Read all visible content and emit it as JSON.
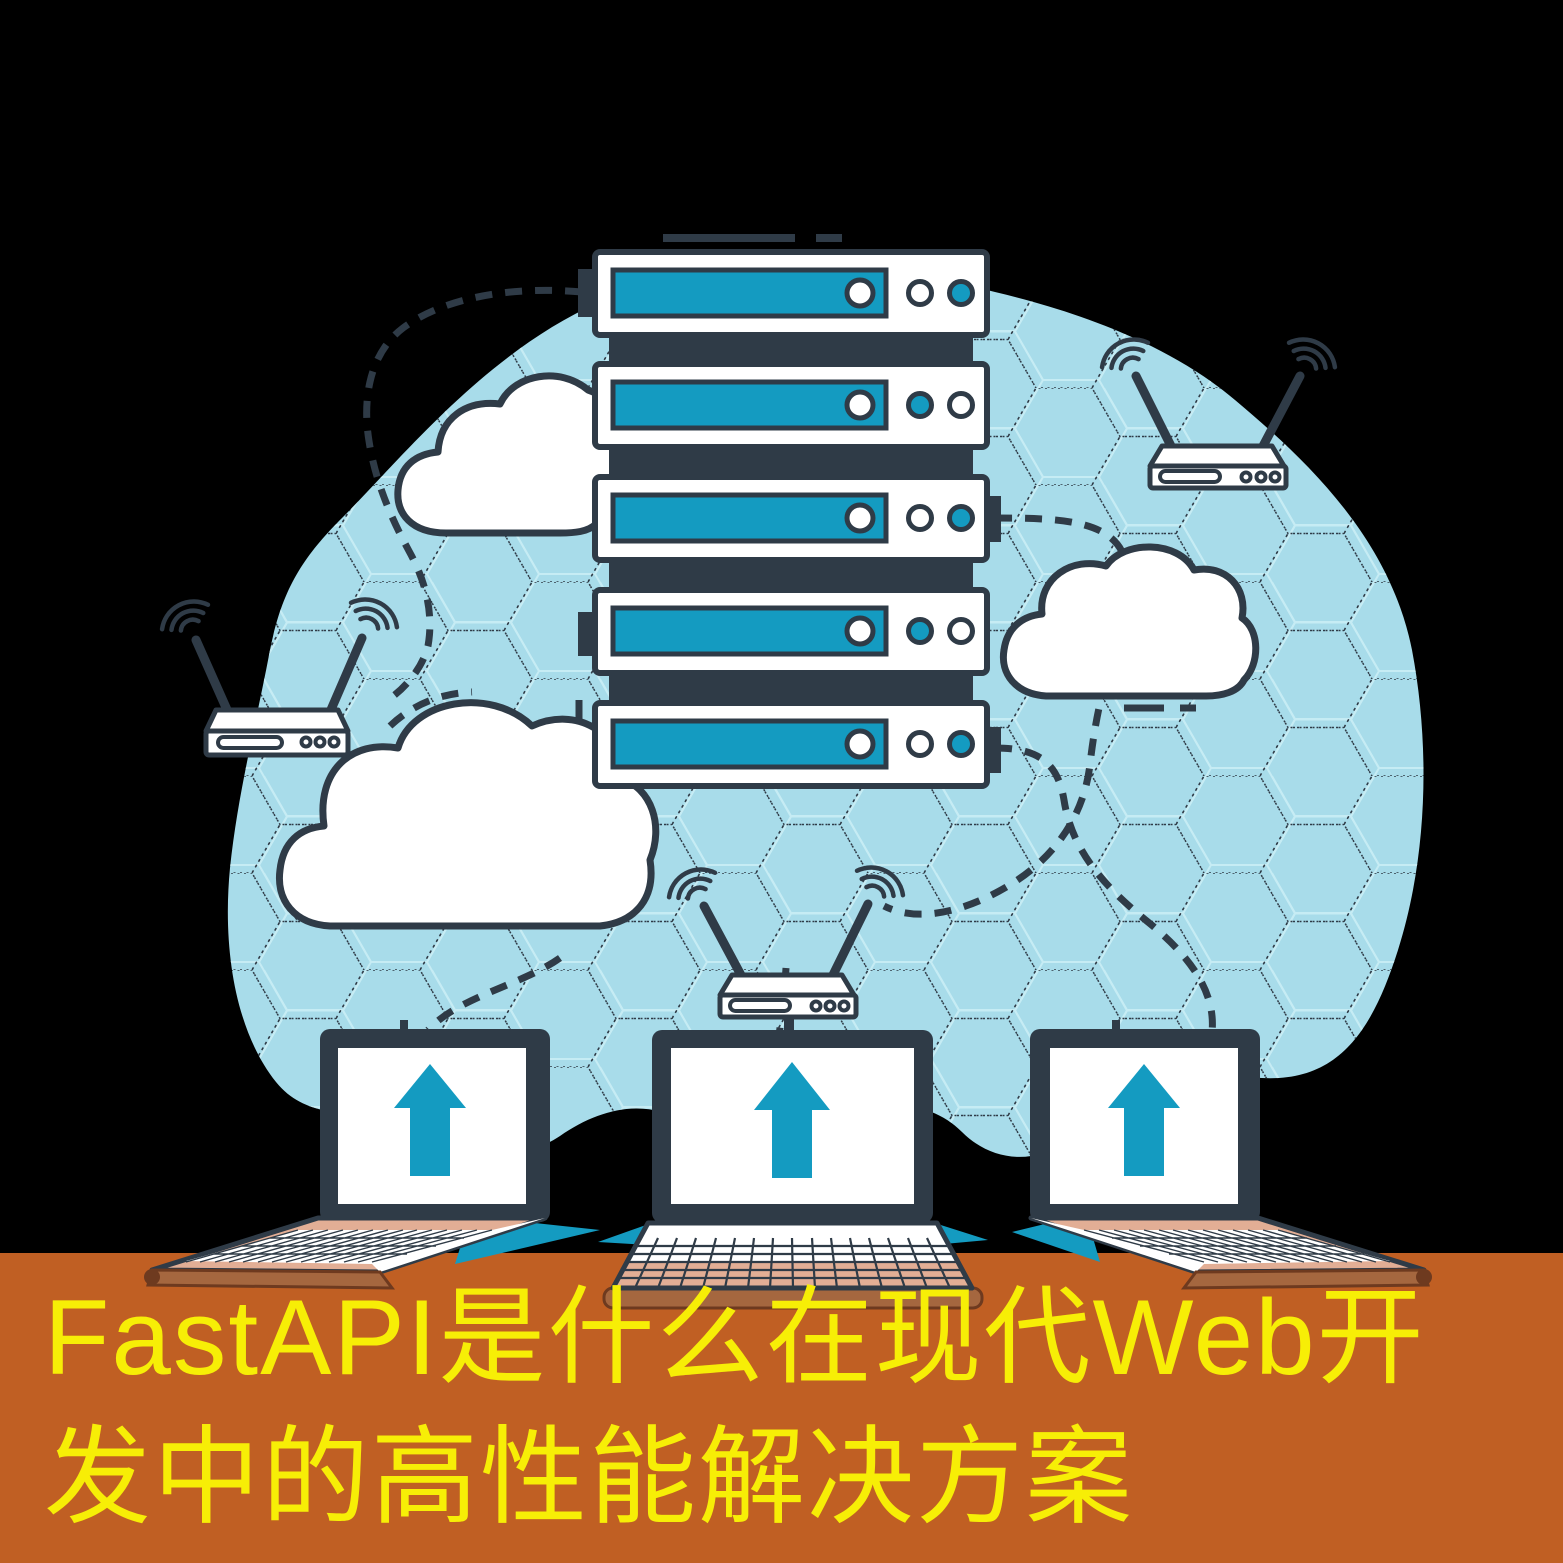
{
  "banner": {
    "title_line1": "FastAPI是什么在现代Web开",
    "title_line2": "发中的高性能解决方案"
  },
  "colors": {
    "background": "#000000",
    "blob": "#a8dcea",
    "hex_line_dark": "#2f3b47",
    "hex_line_light": "#c6ecf4",
    "outline": "#2f3b47",
    "teal": "#149bc1",
    "banner_bg": "#c05f23",
    "banner_text": "#f7ee06",
    "keyboard_salmon": "#e2ae95",
    "laptop_edge_brown": "#a5673f",
    "laptop_edge_dark": "#6e3a1f"
  },
  "illustration": {
    "server_rack": {
      "units": [
        {
          "label": "server-1",
          "leds": [
            "white",
            "teal"
          ]
        },
        {
          "label": "server-2",
          "leds": [
            "teal",
            "white"
          ]
        },
        {
          "label": "server-3",
          "leds": [
            "white",
            "teal"
          ]
        },
        {
          "label": "server-4",
          "leds": [
            "teal",
            "white"
          ]
        },
        {
          "label": "server-5",
          "leds": [
            "white",
            "teal"
          ]
        }
      ]
    },
    "routers": [
      {
        "label": "wifi-router-left"
      },
      {
        "label": "wifi-router-top-right"
      },
      {
        "label": "wifi-router-center"
      }
    ],
    "clouds": [
      {
        "label": "cloud-small-left"
      },
      {
        "label": "cloud-large-left"
      },
      {
        "label": "cloud-right"
      }
    ],
    "laptops": [
      {
        "label": "laptop-left",
        "screen_icon": "upload-arrow"
      },
      {
        "label": "laptop-center",
        "screen_icon": "upload-arrow"
      },
      {
        "label": "laptop-right",
        "screen_icon": "upload-arrow"
      }
    ]
  }
}
